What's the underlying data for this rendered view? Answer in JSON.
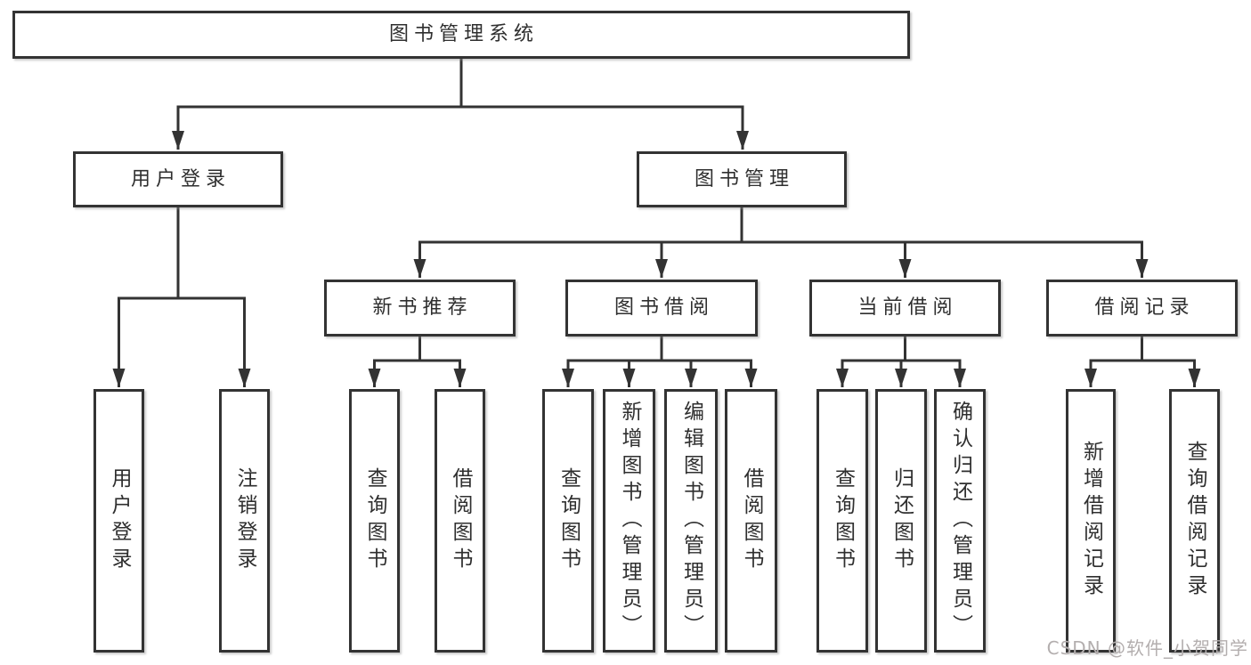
{
  "diagram": {
    "root": {
      "label": "图书管理系统"
    },
    "level1": [
      {
        "label": "用户登录"
      },
      {
        "label": "图书管理"
      }
    ],
    "level2": [
      {
        "label": "新书推荐"
      },
      {
        "label": "图书借阅"
      },
      {
        "label": "当前借阅"
      },
      {
        "label": "借阅记录"
      }
    ],
    "leaves": {
      "user_login": [
        "用户登录",
        "注销登录"
      ],
      "new_book": [
        "查询图书",
        "借阅图书"
      ],
      "book_borrow": [
        "查询图书",
        "新增图书（管理员）",
        "编辑图书（管理员）",
        "借阅图书"
      ],
      "current_borrow": [
        "查询图书",
        "归还图书",
        "确认归还（管理员）"
      ],
      "borrow_record": [
        "新增借阅记录",
        "查询借阅记录"
      ]
    },
    "watermark": "CSDN @软件_小贺同学"
  },
  "colors": {
    "line": "#333333",
    "box_border": "#333333",
    "box_fill": "#ffffff",
    "text": "#2f2f2f",
    "watermark": "#b3aeae"
  }
}
